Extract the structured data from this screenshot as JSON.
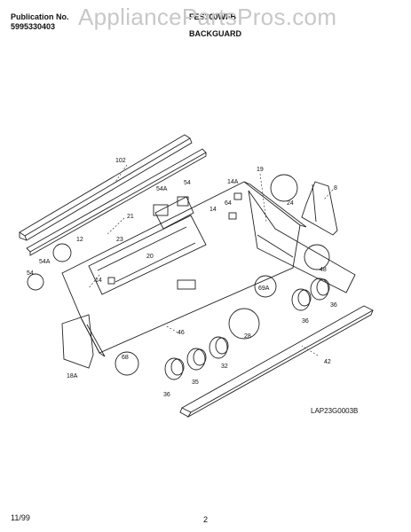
{
  "header": {
    "publication_label": "Publication No.",
    "publication_number": "5995330403",
    "model_label": "FES300WFB",
    "section_title": "BACKGUARD"
  },
  "watermark": "AppliancePartsPros.com",
  "drawing_code": "LAP23G0003B",
  "footer": {
    "date": "11/99",
    "page": "2"
  },
  "callouts": [
    "102",
    "21",
    "54A",
    "54",
    "14A",
    "64",
    "19",
    "24",
    "8",
    "14",
    "23",
    "12",
    "20",
    "54A",
    "54",
    "14",
    "18A",
    "48",
    "46",
    "69A",
    "36",
    "36",
    "28",
    "68",
    "32",
    "35",
    "36",
    "42"
  ]
}
